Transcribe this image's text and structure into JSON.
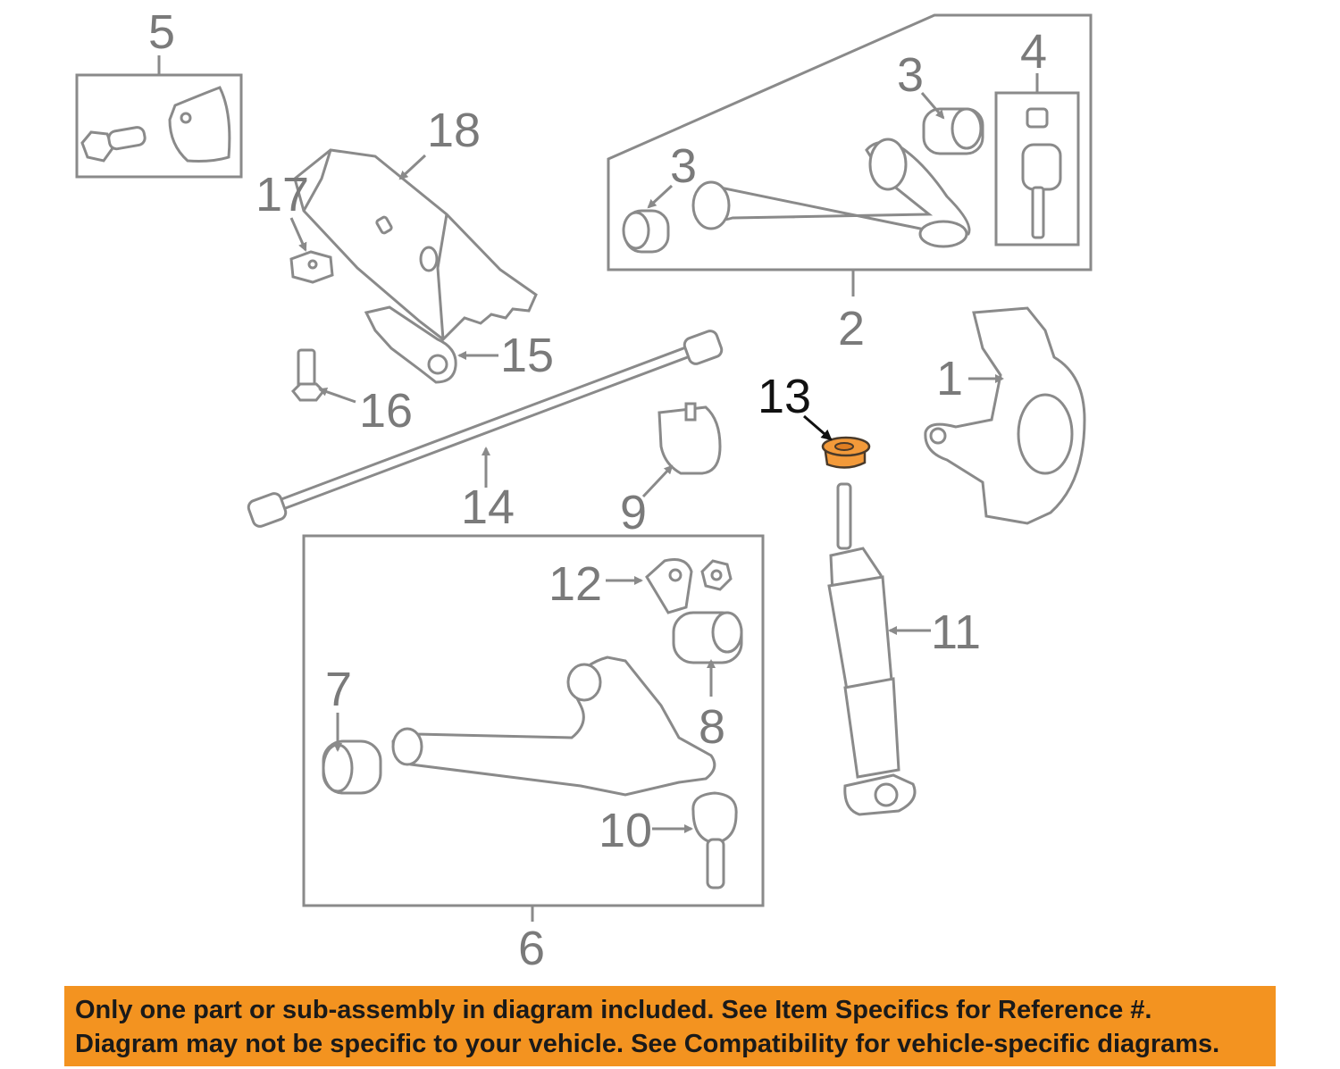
{
  "callouts": {
    "c1": "1",
    "c2": "2",
    "c3a": "3",
    "c3b": "3",
    "c4": "4",
    "c5": "5",
    "c6": "6",
    "c7": "7",
    "c8": "8",
    "c9": "9",
    "c10": "10",
    "c11": "11",
    "c12": "12",
    "c13": "13",
    "c14": "14",
    "c15": "15",
    "c16": "16",
    "c17": "17",
    "c18": "18"
  },
  "highlighted_part": "13",
  "banner": {
    "line1": "Only one part or sub-assembly in diagram included. See Item Specifics for Reference #.",
    "line2": "Diagram may not be specific to your vehicle. See Compatibility for vehicle-specific diagrams."
  },
  "colors": {
    "banner": "#f39320",
    "highlight": "#f39a3a",
    "line_art": "#8a8a8a"
  }
}
